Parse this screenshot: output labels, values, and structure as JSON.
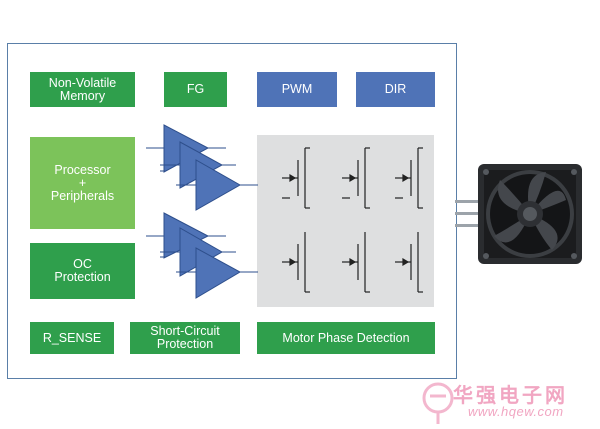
{
  "blocks": {
    "nv_memory": "Non-Volatile Memory",
    "fg": "FG",
    "pwm": "PWM",
    "dir": "DIR",
    "processor_line1": "Processor",
    "processor_line2": "+",
    "processor_line3": "Peripherals",
    "oc_line1": "OC",
    "oc_line2": "Protection",
    "r_sense": "R_SENSE",
    "short_line1": "Short-Circuit",
    "short_line2": "Protection",
    "motor_phase": "Motor Phase Detection"
  },
  "colors": {
    "green": "#2f9f4c",
    "light_green": "#7cc35a",
    "blue": "#4f73b7",
    "gate_driver": "#4f73b7",
    "panel_gray": "#dedfe0"
  },
  "watermark": {
    "brand": "华强电子网",
    "url": "www.hqew.com"
  },
  "icons": [
    "gate-driver-triangle-icon",
    "mosfet-icon",
    "fan-icon",
    "watermark-logo-icon"
  ]
}
